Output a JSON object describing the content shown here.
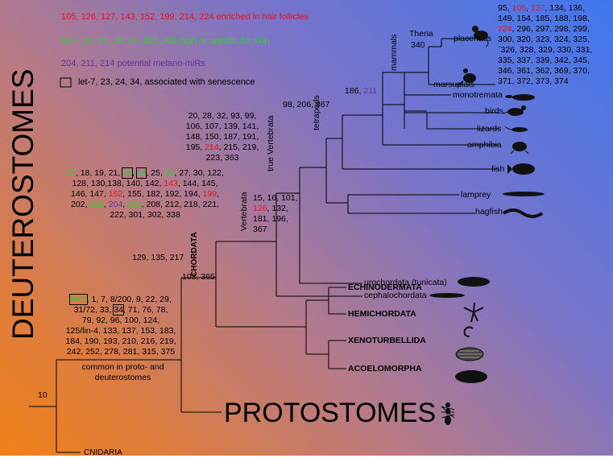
{
  "legend": {
    "red": "105, 126, 127, 143, 152, 199, 214, 224 enriched in hair follicles",
    "green": "let-7, 17, 21, 24, 25, 203, 205 high or specific for skin",
    "purple": "204, 211, 214 potential melano-miRs",
    "box": "let-7, 23, 24, 34, associated with senescence"
  },
  "groups": {
    "deuterostomes": "DEUTEROSTOMES",
    "protostomes": "PROTOSTOMES",
    "cnidaria": "CNIDARIA",
    "chordata": "CHORDATA",
    "vertebrata": "Vertebrata",
    "true_vertebrata": "true Vertebrata",
    "tetrapods": "tetrapods",
    "mammals": "mammals",
    "theria": "Theria",
    "theria_num": "340",
    "common_proto": "common in proto- and",
    "common_deut": "deuterostomes",
    "root_num": "10"
  },
  "taxa": {
    "placentals": "placentals",
    "marsupials": "marsupials",
    "monotremata": "monotremata",
    "birds": "birds",
    "lizards": "lizards",
    "amphibia": "amphibia",
    "fish": "fish",
    "lamprey": "lamprey",
    "hagfish": "hagfish",
    "urochordata": "urochordata (tunicata)",
    "cephalochordata": "cephalochordata",
    "echinodermata": "ECHINODERMATA",
    "hemichordata": "HEMICHORDATA",
    "xenoturbellida": "XENOTURBELLIDA",
    "acoelomorpha": "ACOELOMORPHA"
  },
  "mirs": {
    "chordata_node": "103, 365",
    "chordata_left": "129, 135, 217",
    "mammal_node_a": "186, ",
    "mammal_node_b": "211",
    "tetrapod_node": "98,   206, 367",
    "vert_node_1": "15, 16, 101,",
    "vert_node_2a": "126",
    "vert_node_2b": ", 132,",
    "vert_node_3": "181, 196,",
    "vert_node_4": "367",
    "tv_1": "20, 28, 32, 93, 99,",
    "tv_2": "106, 107, 139, 141,",
    "tv_3": "148, 150, 187, 191,",
    "tv_4a": "195, ",
    "tv_4b": "214",
    "tv_4c": ", 215, 219,",
    "tv_5": "223, 363",
    "vb_1a": "17",
    "vb_1b": ", 18, 19, 21, ",
    "vb_1c": "23",
    "vb_1d": ", ",
    "vb_1e": "24",
    "vb_1f": ", 25, ",
    "vb_1g": "26",
    "vb_1h": ", 27, 30, 122,",
    "vb_2a": "128, 130,138, 140, 142, ",
    "vb_2b": "143",
    "vb_2c": ", 144, 145,",
    "vb_3a": "146, 147, ",
    "vb_3b": "152",
    "vb_3c": ", 155, 182, 192, 194, ",
    "vb_3d": "199",
    "vb_3e": ",",
    "vb_4a": "202, ",
    "vb_4b": "203",
    "vb_4c": ", ",
    "vb_4d": "204",
    "vb_4e": ", ",
    "vb_4f": "205",
    "vb_4g": ", 208, 212, 218, 221,",
    "vb_5": "222, 301, 302, 338",
    "deut_1a": "let-7",
    "deut_1b": ", 1, 7, 8/200, 9, 22, 29,",
    "deut_2a": "31/72, 33, ",
    "deut_2b": "34",
    "deut_2c": ", 71, 76, 78,",
    "deut_3": "79, 92, 96, 100, 124,",
    "deut_4": "125/lin-4, 133, 137, 153, 183,",
    "deut_5": "184, 190, 193, 210, 216, 219,",
    "deut_6": "242, 252, 278, 281, 315, 375",
    "pl_1a": "95, ",
    "pl_1b": "105",
    "pl_1c": ", ",
    "pl_1d": "127",
    "pl_1e": ", 134, 136,",
    "pl_2": "149, 154, 185, 188, 198,",
    "pl_3a": "224",
    "pl_3b": ", 296, 297, 298, 299,",
    "pl_4": "300, 320, 323, 324, 325,",
    "pl_5": "`326, 328, 329, 330, 331,",
    "pl_6": "335, 337, 339, 342, 345,",
    "pl_7": "346, 361, 362, 369, 370,",
    "pl_8": "371, 372, 373, 374"
  },
  "colors": {
    "red": "#e8141c",
    "green": "#2bd22b",
    "purple": "#6a2fa2"
  }
}
